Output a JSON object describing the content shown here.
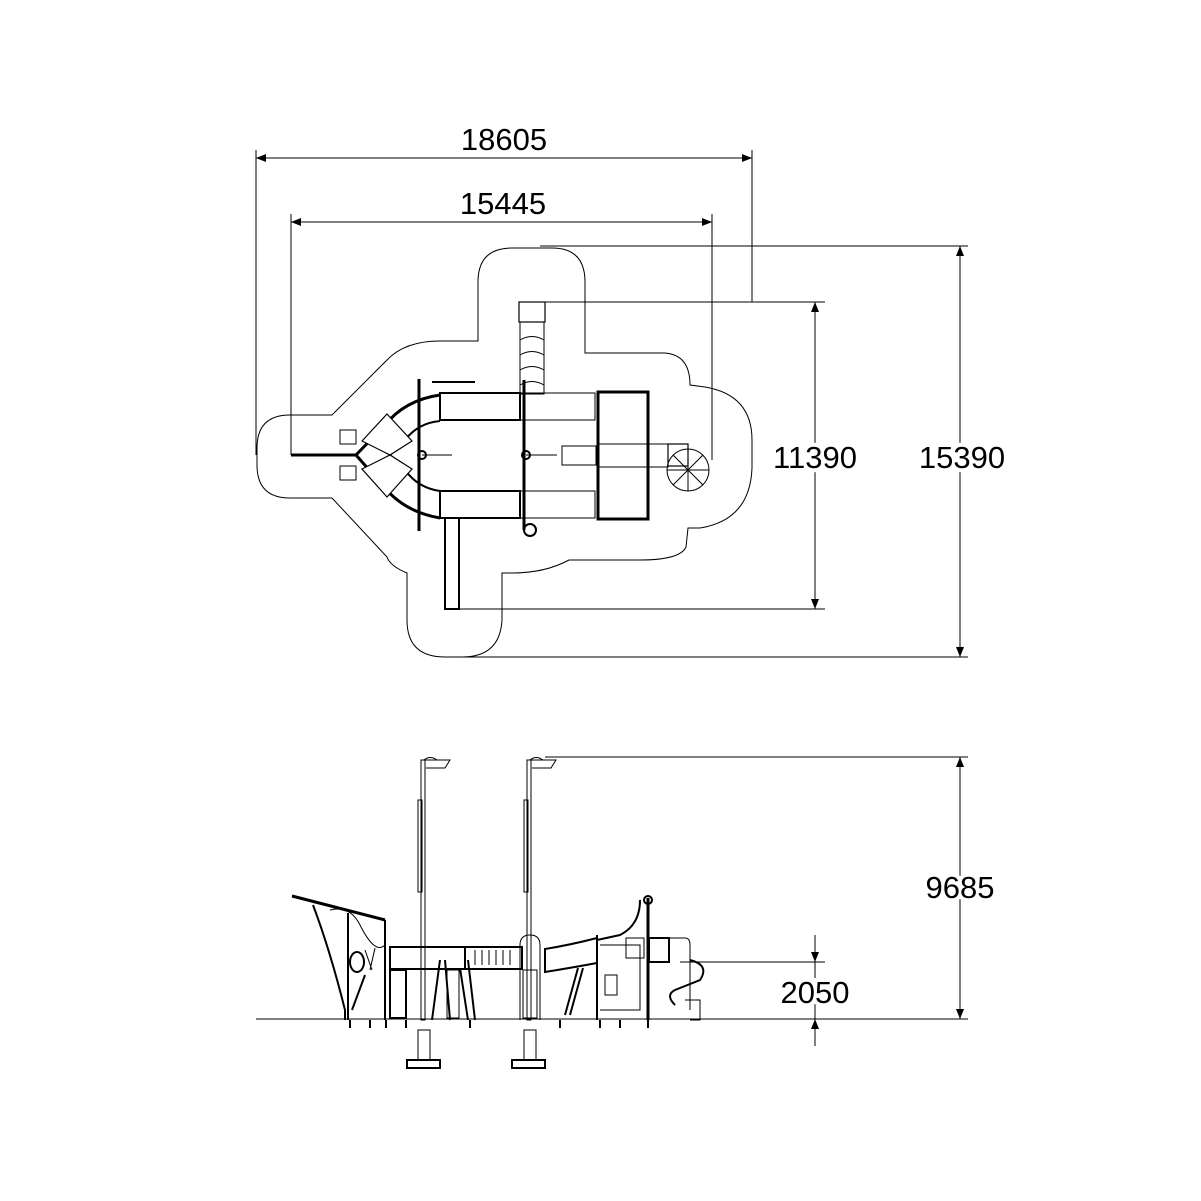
{
  "plan_view": {
    "dimensions": {
      "overall_length": "18605",
      "structure_length": "15445",
      "structure_width": "11390",
      "overall_width": "15390"
    }
  },
  "elevation_view": {
    "dimensions": {
      "overall_height": "9685",
      "platform_height": "2050"
    }
  },
  "colors": {
    "line": "#000000",
    "background": "#ffffff"
  }
}
